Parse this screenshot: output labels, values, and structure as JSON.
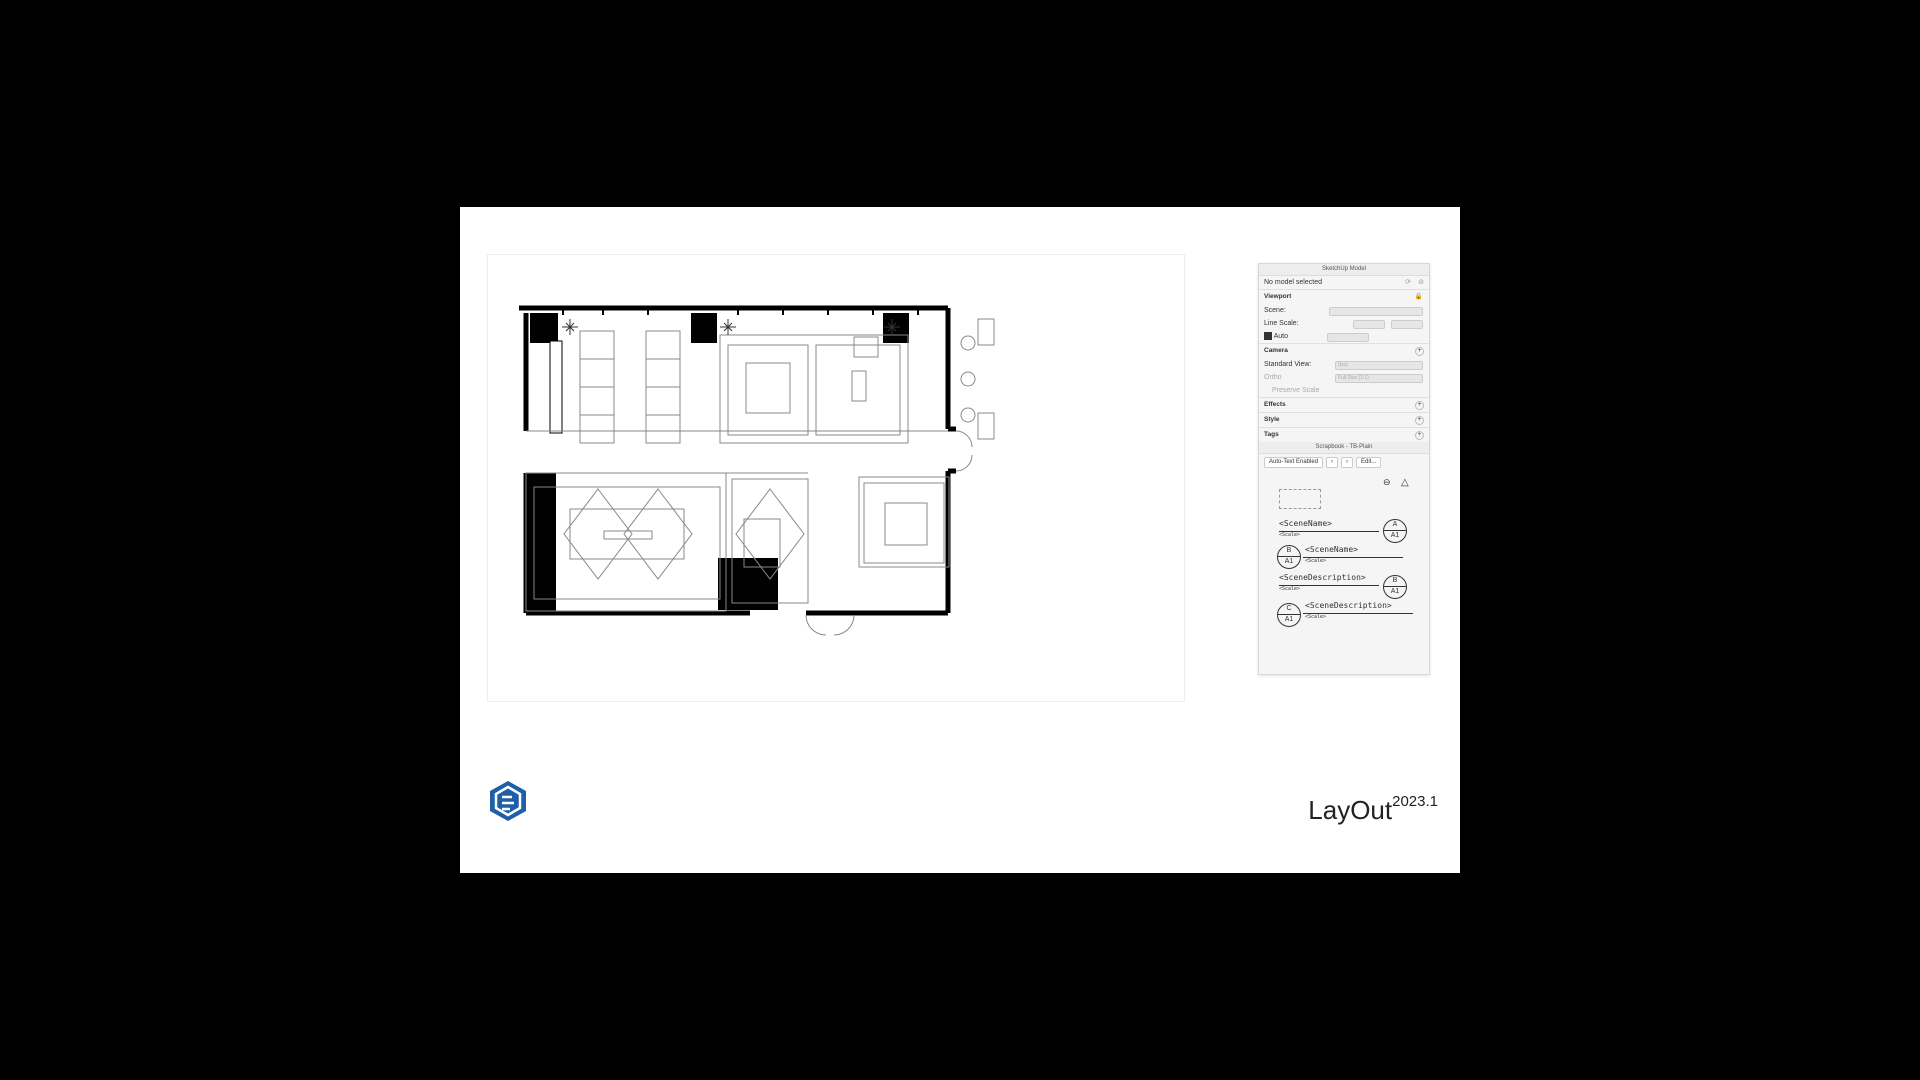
{
  "product": {
    "name": "LayOut",
    "version": "2023.1"
  },
  "panel": {
    "sketchup_model": {
      "title": "SketchUp Model",
      "status": "No model selected",
      "viewport_label": "Viewport",
      "scene_label": "Scene:",
      "line_scale_label": "Line Scale:",
      "auto_label": "Auto",
      "camera_label": "Camera",
      "standard_view_label": "Standard View:",
      "standard_view_value": "(Iso)",
      "ortho_label": "Ortho",
      "ortho_value": "Full Size (1:1)",
      "preserve_scale_label": "Preserve Scale",
      "effects_label": "Effects",
      "style_label": "Style",
      "tags_label": "Tags"
    },
    "scrapbook": {
      "title": "Scrapbook - TB-Plain",
      "auto_text_label": "Auto-Text Enabled",
      "edit_label": "Edit...",
      "scene_name": "<SceneName>",
      "scene_description": "<SceneDescription>",
      "scale_label": "<Scale>",
      "bubble_a": "A",
      "bubble_b": "B",
      "bubble_c": "C",
      "bubble_sheet": "A1"
    }
  },
  "colors": {
    "brand": "#1f5fa8",
    "wall": "#000000",
    "sheet": "#ffffff"
  },
  "icons": {
    "logo": "sketchup-logo-icon",
    "refresh": "refresh-icon",
    "lock": "lock-icon"
  }
}
